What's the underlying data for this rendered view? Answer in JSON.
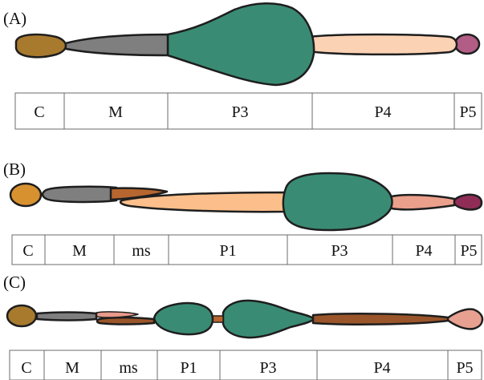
{
  "colors": {
    "C": "#a87a2e",
    "M": "#7f7f7f",
    "ms_dark": "#b8662f",
    "ms_light": "#e99a8a",
    "P1_light": "#fcbf8b",
    "P1_dark": "#9a552a",
    "P3": "#3a8b74",
    "P4_light": "#fcd2b4",
    "P4_peach": "#eba08c",
    "P4_dark": "#9a552a",
    "P5_purple": "#b25d86",
    "P5_dark": "#8f2d57",
    "P5_salmon": "#e8a090",
    "C_B": "#d8912f"
  },
  "panels": [
    {
      "label": "(A)",
      "segments": [
        "C",
        "M",
        "P3",
        "P4",
        "P5"
      ]
    },
    {
      "label": "(B)",
      "segments": [
        "C",
        "M",
        "ms",
        "P1",
        "P3",
        "P4",
        "P5"
      ]
    },
    {
      "label": "(C)",
      "segments": [
        "C",
        "M",
        "ms",
        "P1",
        "P3",
        "P4",
        "P5"
      ]
    }
  ]
}
